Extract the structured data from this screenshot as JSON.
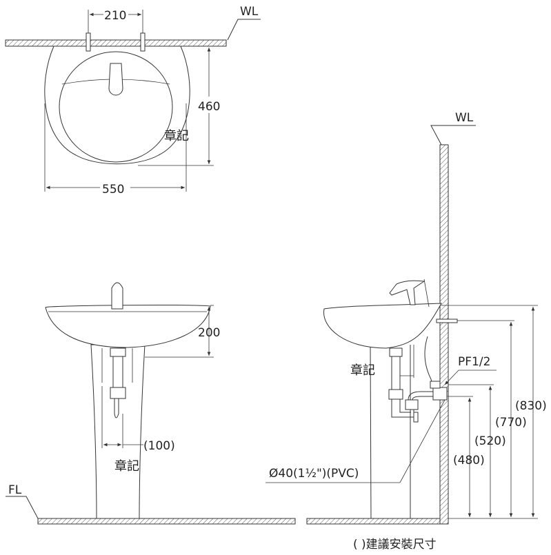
{
  "top_view": {
    "wall_label": "WL",
    "tap_spacing": "210",
    "depth": "460",
    "width": "550",
    "stamp": "章記"
  },
  "front_view": {
    "basin_height": "200",
    "drain_offset": "(100)",
    "stamp": "章記",
    "floor_label": "FL"
  },
  "side_view": {
    "wall_label": "WL",
    "supply_label": "PF1/2",
    "drain_label": "Ø40(1½\")(PVC)",
    "stamp": "章記",
    "heights": [
      "(830)",
      "(770)",
      "(520)",
      "(480)"
    ]
  },
  "footnote": "( )建議安裝尺寸"
}
